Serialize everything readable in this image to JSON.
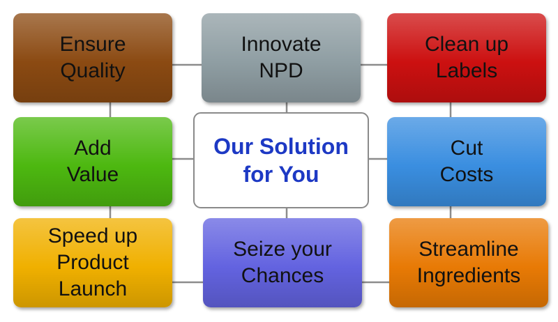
{
  "center": {
    "label": "Our Solution\nfor You",
    "color": "#1d39c4"
  },
  "boxes": [
    {
      "id": "ensure",
      "label": "Ensure\nQuality",
      "color": "#8b4a12"
    },
    {
      "id": "innovate",
      "label": "Innovate\nNPD",
      "color": "#8f9ea3"
    },
    {
      "id": "clean",
      "label": "Clean up\nLabels",
      "color": "#cc1010"
    },
    {
      "id": "add",
      "label": "Add\nValue",
      "color": "#4db810"
    },
    {
      "id": "cut",
      "label": "Cut\nCosts",
      "color": "#3a8ee0"
    },
    {
      "id": "speed",
      "label": "Speed up\nProduct\nLaunch",
      "color": "#f0b000"
    },
    {
      "id": "seize",
      "label": "Seize your\nChances",
      "color": "#6363e0"
    },
    {
      "id": "stream",
      "label": "Streamline\nIngredients",
      "color": "#e87a05"
    }
  ]
}
